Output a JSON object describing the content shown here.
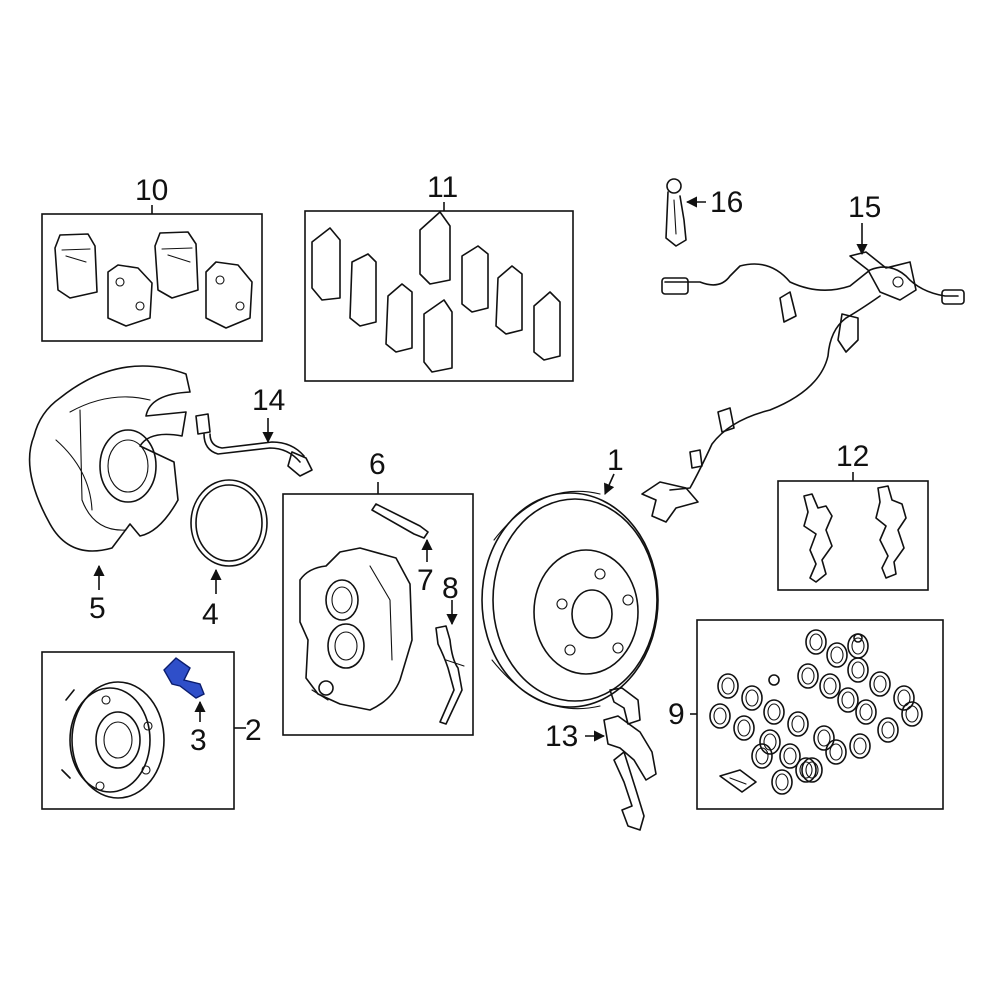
{
  "callouts": {
    "c1": "1",
    "c2": "2",
    "c3": "3",
    "c4": "4",
    "c5": "5",
    "c6": "6",
    "c7": "7",
    "c8": "8",
    "c9": "9",
    "c10": "10",
    "c11": "11",
    "c12": "12",
    "c13": "13",
    "c14": "14",
    "c15": "15",
    "c16": "16"
  },
  "highlight_color": "#2f4fc9",
  "highlighted_callout": "3"
}
